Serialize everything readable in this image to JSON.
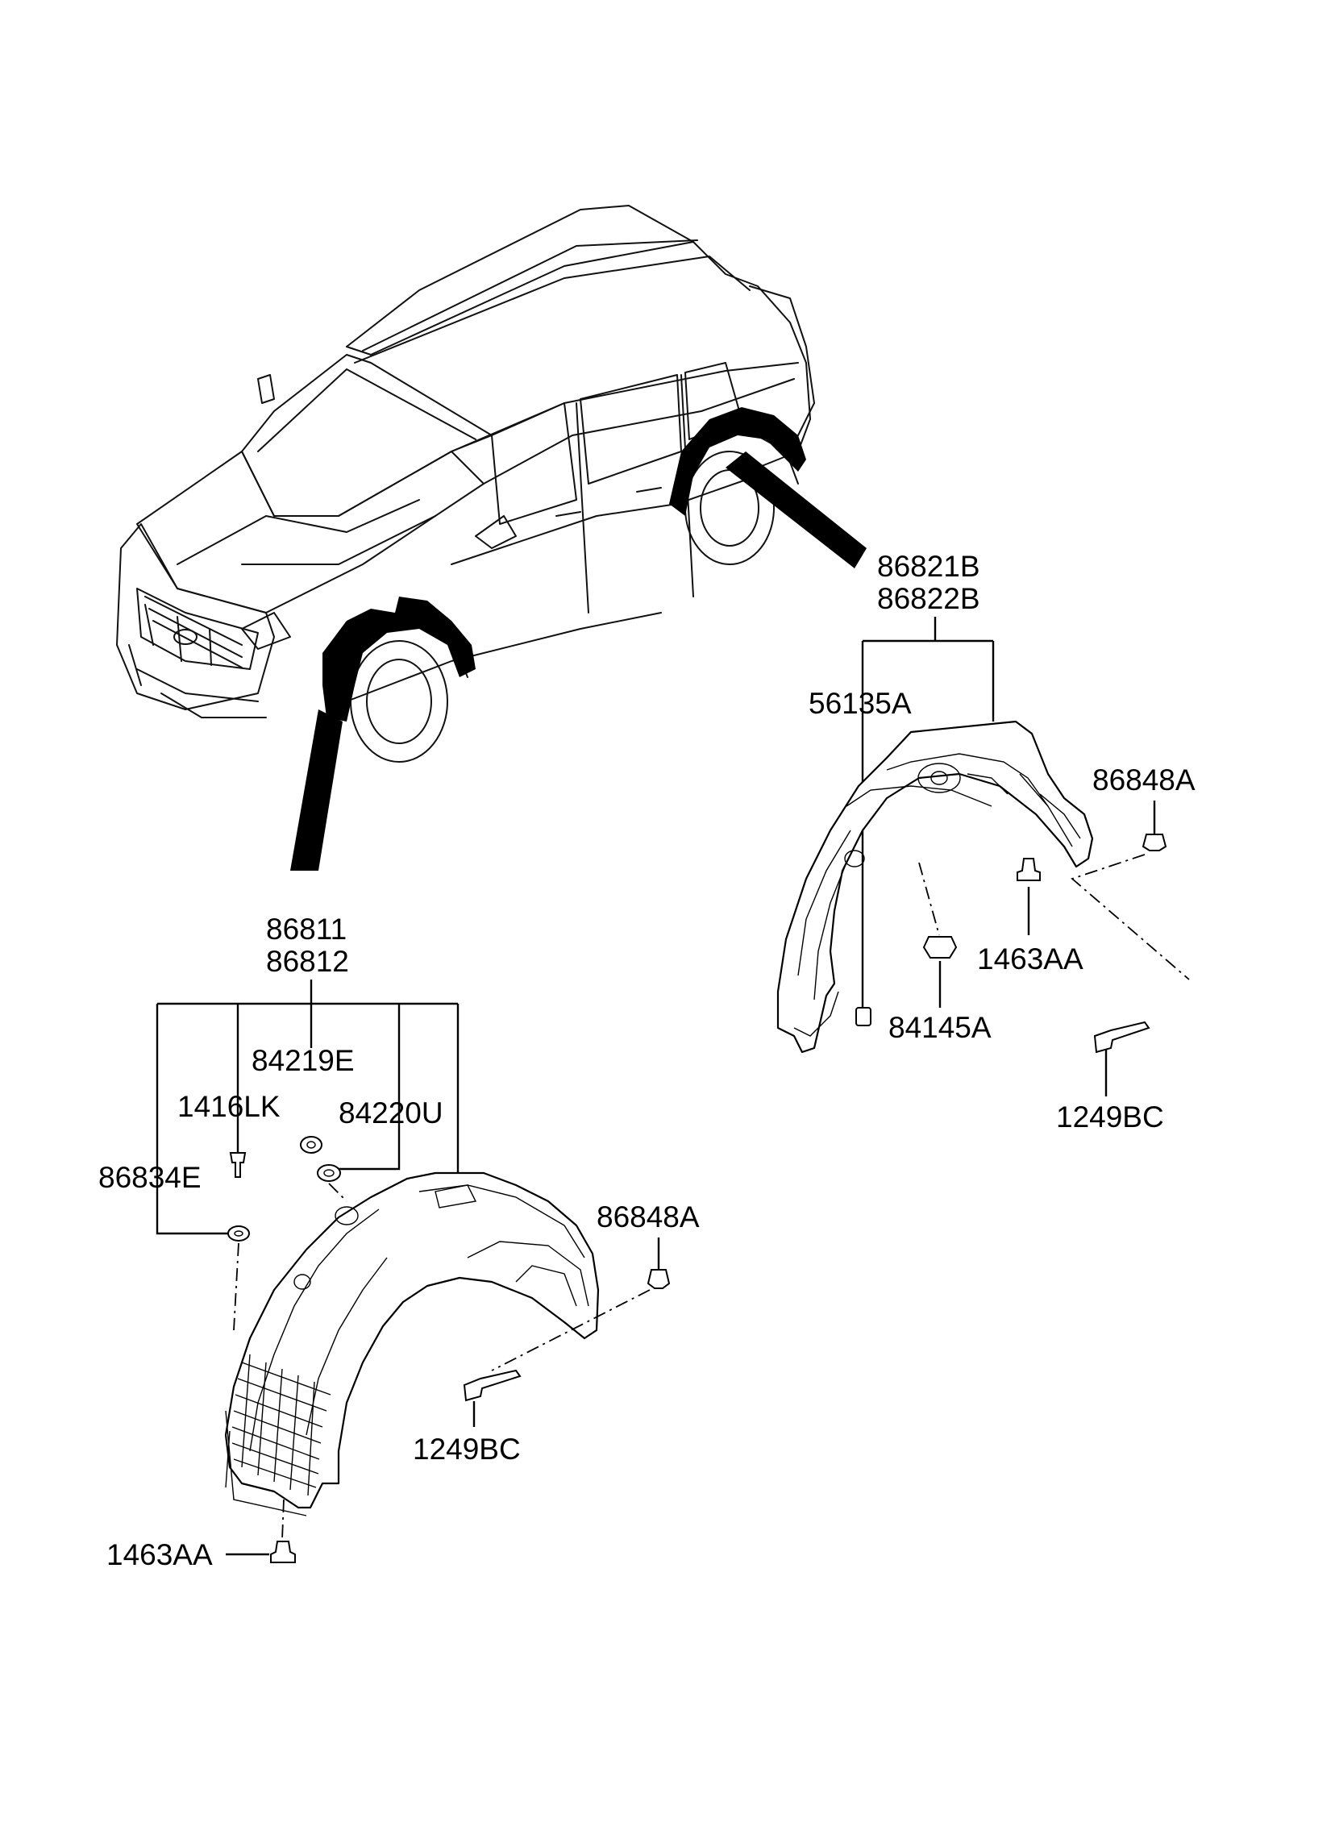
{
  "labels": {
    "rear_group_top": "86821B",
    "rear_group_bottom": "86822B",
    "rear_56135A": "56135A",
    "rear_86848A": "86848A",
    "rear_1463AA": "1463AA",
    "rear_84145A": "84145A",
    "rear_1249BC": "1249BC",
    "front_group_top": "86811",
    "front_group_bottom": "86812",
    "front_84219E": "84219E",
    "front_1416LK": "1416LK",
    "front_84220U": "84220U",
    "front_86834E": "86834E",
    "front_86848A": "86848A",
    "front_1249BC": "1249BC",
    "front_1463AA": "1463AA"
  }
}
